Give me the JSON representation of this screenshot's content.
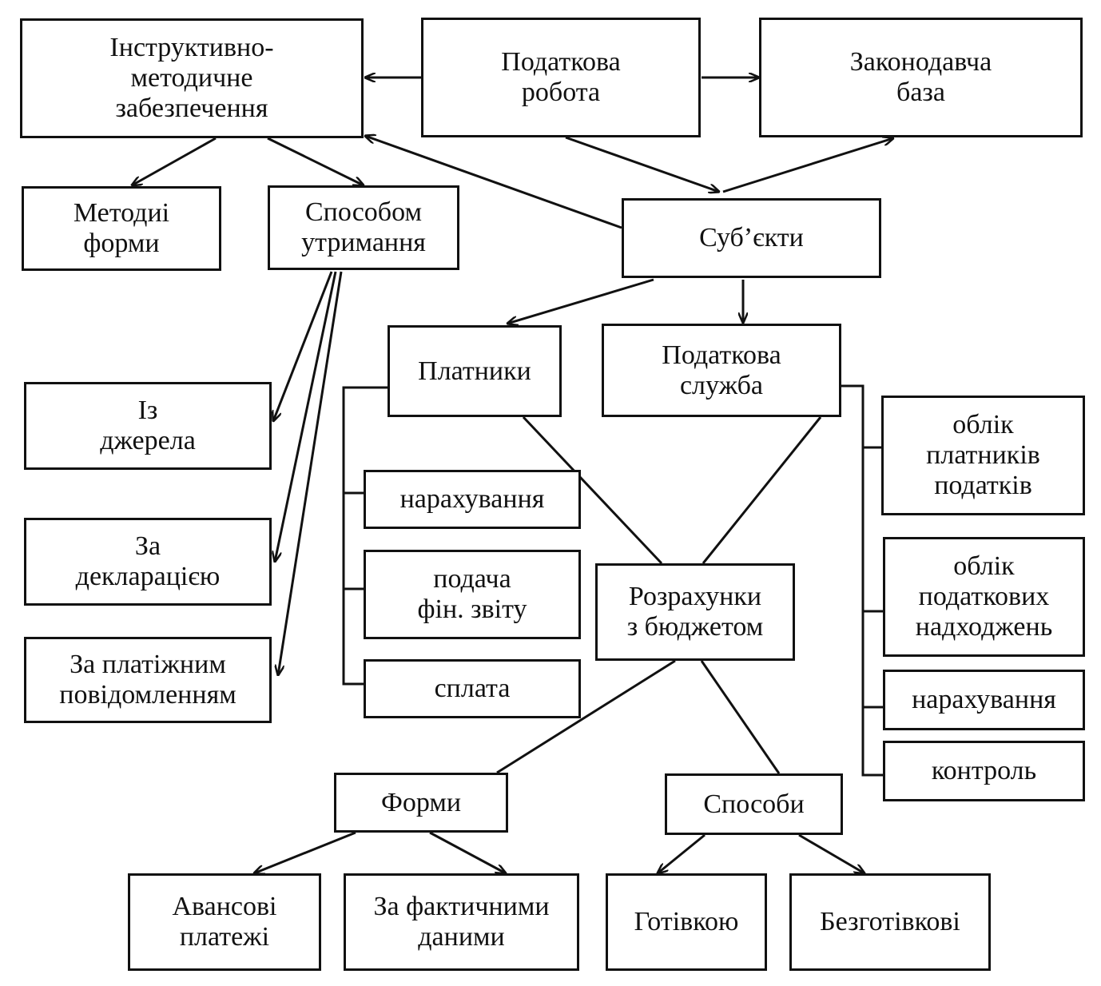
{
  "nodes": {
    "instructive": "Інструктивно-\nметодичне\nзабезпечення",
    "tax_work": "Податкова\nробота",
    "legislative": "Законодавча\nбаза",
    "methods_forms": "Методиі\nформи",
    "withholding": "Способом\nутримання",
    "subjects": "Суб’єкти",
    "from_source": "Із\nджерела",
    "by_declaration": "За\nдекларацією",
    "by_payment_notice": "За платіжним\nповідомленням",
    "payers": "Платники",
    "tax_service": "Податкова\nслужба",
    "accrual_payers": "нарахування",
    "fin_report": "подача\nфін. звіту",
    "payment": "сплата",
    "budget_settlements": "Розрахунки\nз бюджетом",
    "registry_payers": "облік\nплатників\nподатків",
    "registry_receipts": "облік\nподаткових\nнадходжень",
    "accrual_service": "нарахування",
    "control": "контроль",
    "forms": "Форми",
    "ways": "Способи",
    "advance_payments": "Авансові\nплатежі",
    "actual_data": "За фактичними\nданими",
    "cash": "Готівкою",
    "non_cash": "Безготівкові"
  }
}
